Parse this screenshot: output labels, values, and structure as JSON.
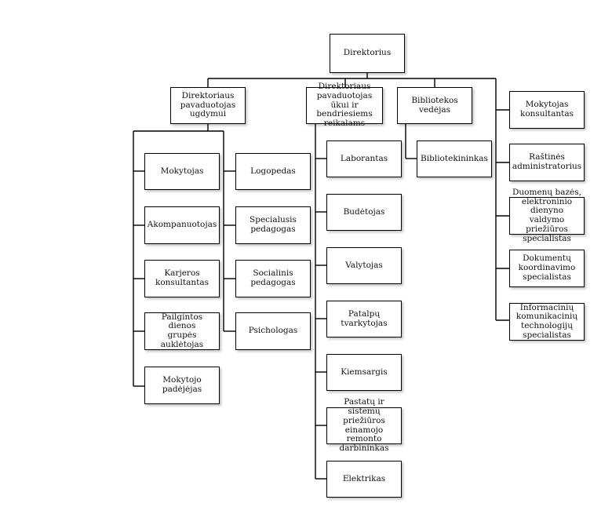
{
  "org_chart": {
    "director": "Direktorius",
    "deputy_education": "Direktoriaus\npavaduotojas\nugdymui",
    "deputy_economy": "Direktoriaus\npavaduotojas ūkui ir\nbendriesiems\nreikalams",
    "library_head": "Bibliotekos vedėjas",
    "teacher_consultant": "Mokytojas\nkonsultantas",
    "education_staff": [
      "Mokytojas",
      "Akompanuotojas",
      "Karjeros\nkonsultantas",
      "Pailgintos dienos\ngrupės auklėtojas",
      "Mokytojo padėjėjas"
    ],
    "support_specialists": [
      "Logopedas",
      "Specialusis\npedagogas",
      "Socialinis pedagogas",
      "Psichologas"
    ],
    "economy_staff": [
      "Laborantas",
      "Budėtojas",
      "Valytojas",
      "Patalpų tvarkytojas",
      "Kiemsargis",
      "Pastatų ir sistemų\npriežiūros einamojo\nremonto\ndarbininkas",
      "Elektrikas"
    ],
    "library_staff": [
      "Bibliotekininkas"
    ],
    "administration_staff": [
      "Raštinės\nadministratorius",
      "Duomenų bazės,\nelektroninio dienyno\nvaldymo priežiūros\nspecialistas",
      "Dokumentų\nkoordinavimo\nspecialistas",
      "Informacinių\nkomunikacinių\ntechnologijų\nspecialistas"
    ]
  }
}
